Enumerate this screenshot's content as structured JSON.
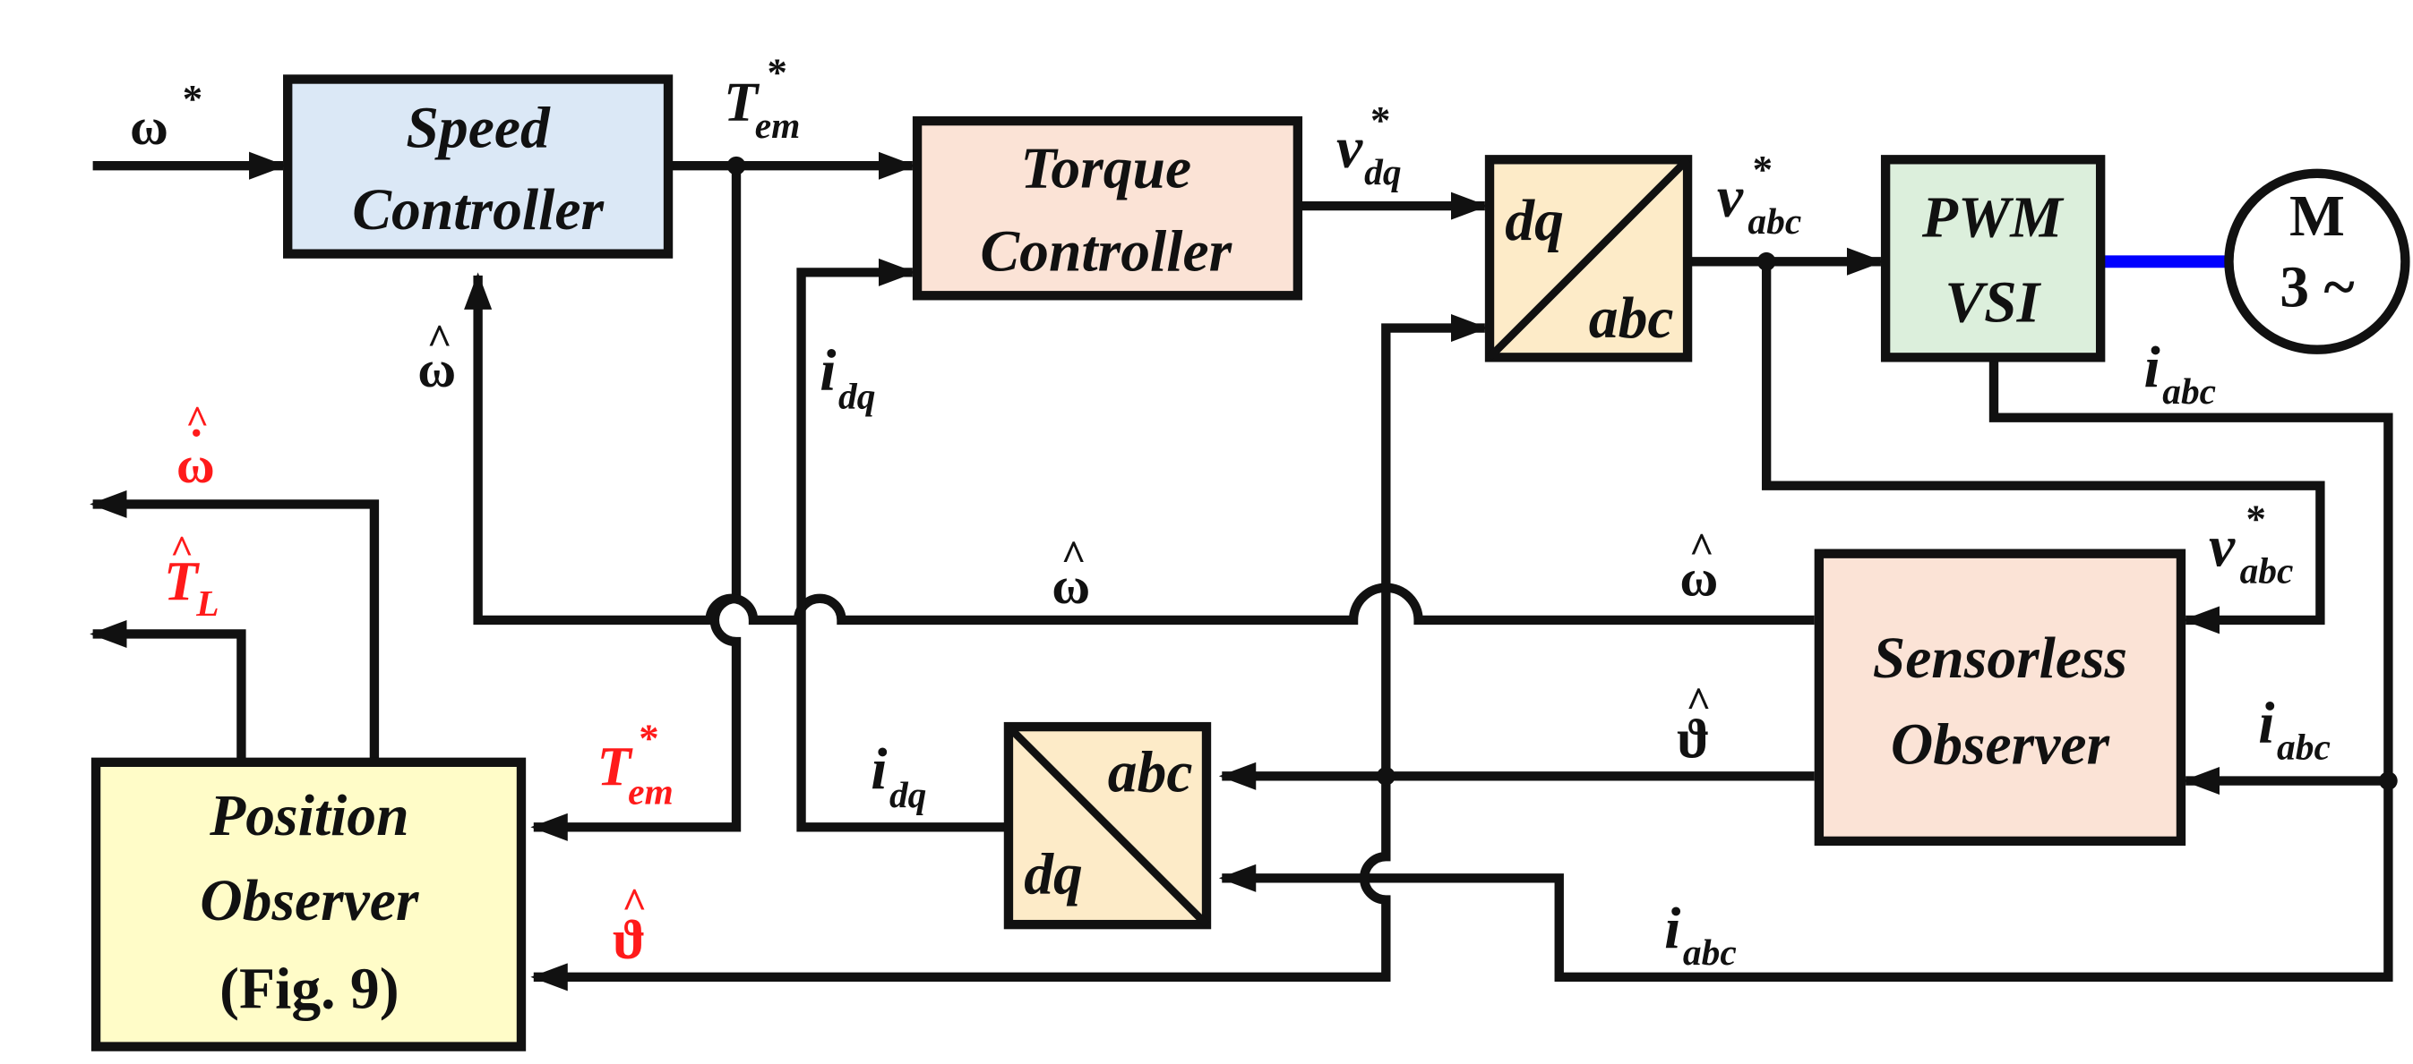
{
  "blocks": {
    "speed_controller": {
      "line1": "Speed",
      "line2": "Controller",
      "fill": "#dbe8f6"
    },
    "torque_controller": {
      "line1": "Torque",
      "line2": "Controller",
      "fill": "#fbe3d6"
    },
    "dq_abc": {
      "top": "dq",
      "bottom": "abc",
      "fill": "#fdebc8"
    },
    "pwm_vsi": {
      "line1": "PWM",
      "line2": "VSI",
      "fill": "#dcefdc"
    },
    "motor": {
      "line1": "M",
      "line2": "3 ~",
      "fill": "#ffffff"
    },
    "sensorless_observer": {
      "line1": "Sensorless",
      "line2": "Observer",
      "fill": "#fbe3d6"
    },
    "abc_dq": {
      "top": "abc",
      "bottom": "dq",
      "fill": "#fdebc8"
    },
    "position_observer": {
      "line1": "Position",
      "line2": "Observer",
      "line3": "(Fig. 9)",
      "fill": "#fffcc8"
    }
  },
  "signals": {
    "omega_ref": {
      "main": "ω",
      "sup": "*"
    },
    "torque_ref": {
      "main": "T",
      "sub": "em",
      "sup": "*"
    },
    "v_dq_ref": {
      "main": "v",
      "sub": "dq",
      "sup": "*"
    },
    "v_abc_ref": {
      "main": "v",
      "sub": "abc",
      "sup": "*"
    },
    "i_dq": {
      "main": "i",
      "sub": "dq"
    },
    "i_abc": {
      "main": "i",
      "sub": "abc"
    },
    "omega_hat": {
      "main": "ω",
      "hat": "^"
    },
    "theta_hat": {
      "main": "ϑ",
      "hat": "^"
    },
    "omega_dot_hat": {
      "main": "ω",
      "dot": "·",
      "hat": "^"
    },
    "T_L_hat": {
      "main": "T",
      "sub": "L",
      "hat": "^"
    }
  },
  "colors": {
    "line": "#111111",
    "estimate_label": "#ff1a1a",
    "motor_link": "#0000ff"
  }
}
